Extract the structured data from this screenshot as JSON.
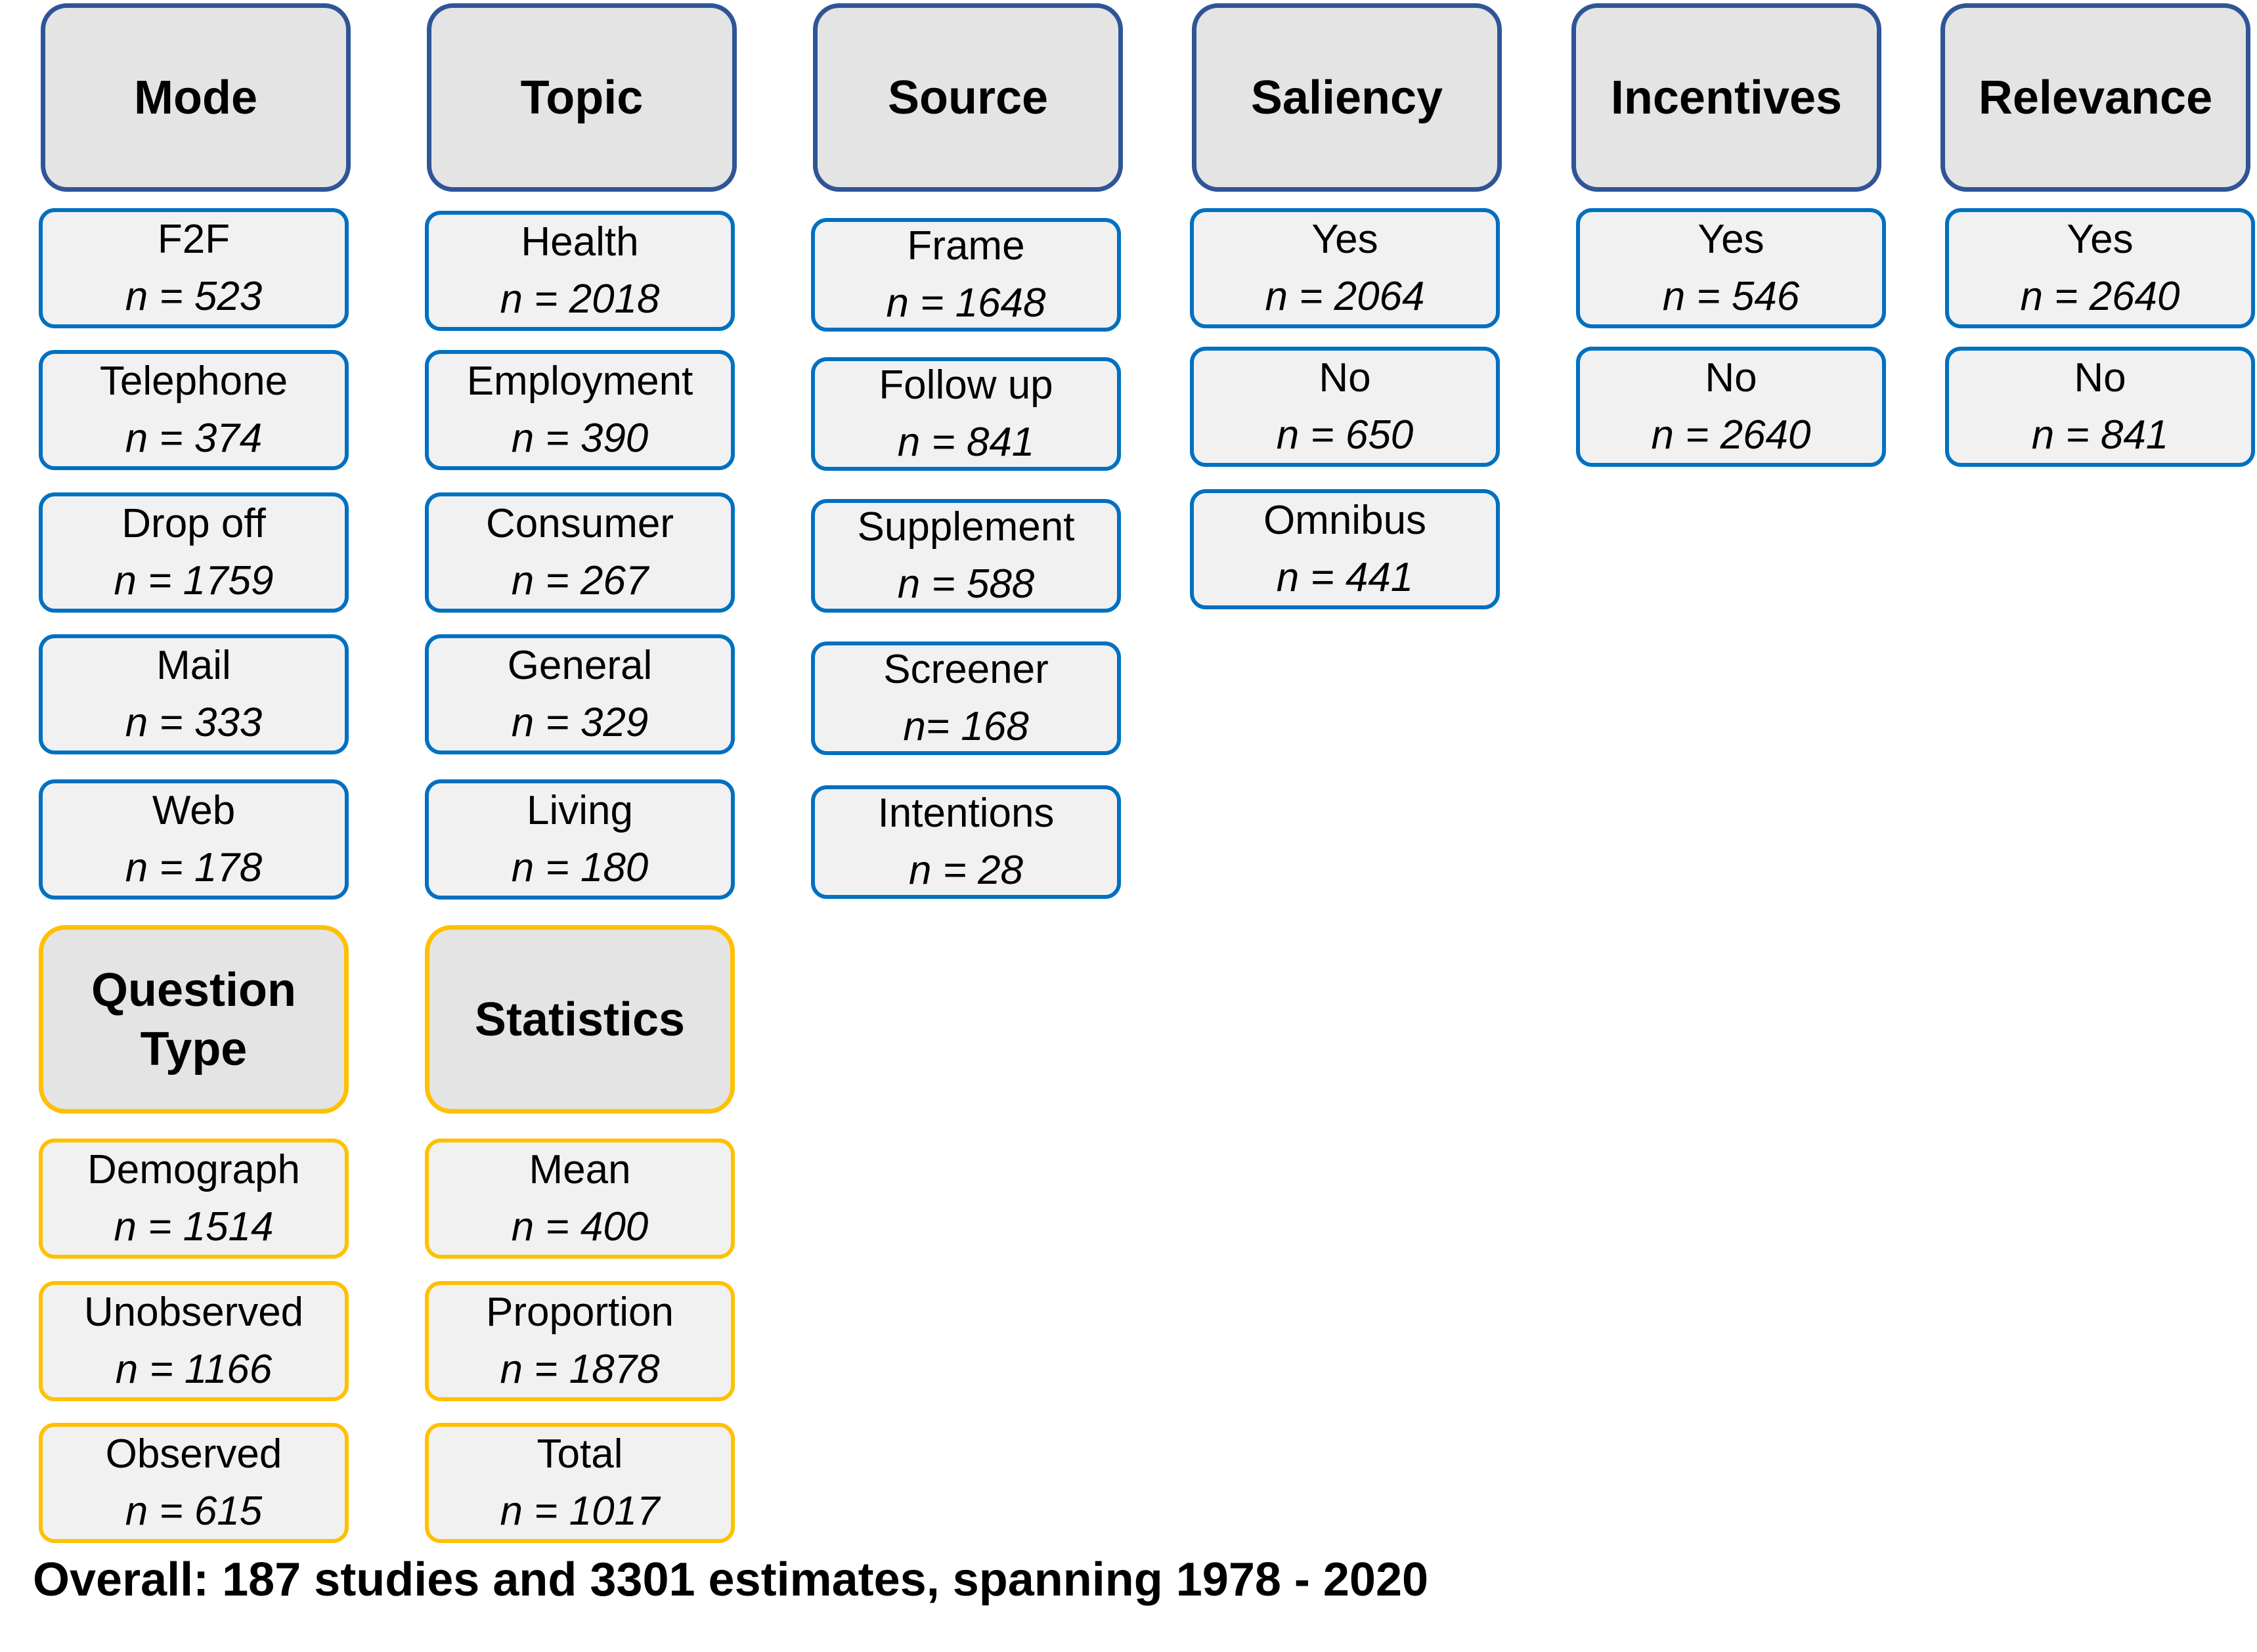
{
  "categories": [
    {
      "header": "Mode",
      "items": [
        {
          "label": "F2F",
          "n": "n = 523"
        },
        {
          "label": "Telephone",
          "n": "n = 374"
        },
        {
          "label": "Drop off",
          "n": "n = 1759"
        },
        {
          "label": "Mail",
          "n": "n = 333"
        },
        {
          "label": "Web",
          "n": "n = 178"
        }
      ]
    },
    {
      "header": "Topic",
      "items": [
        {
          "label": "Health",
          "n": "n = 2018"
        },
        {
          "label": "Employment",
          "n": "n = 390"
        },
        {
          "label": "Consumer",
          "n": "n = 267"
        },
        {
          "label": "General",
          "n": "n = 329"
        },
        {
          "label": "Living",
          "n": "n = 180"
        }
      ]
    },
    {
      "header": "Source",
      "items": [
        {
          "label": "Frame",
          "n": "n = 1648"
        },
        {
          "label": "Follow up",
          "n": "n = 841"
        },
        {
          "label": "Supplement",
          "n": "n = 588"
        },
        {
          "label": "Screener",
          "n": "n= 168"
        },
        {
          "label": "Intentions",
          "n": "n = 28"
        }
      ]
    },
    {
      "header": "Saliency",
      "items": [
        {
          "label": "Yes",
          "n": "n = 2064"
        },
        {
          "label": "No",
          "n": "n = 650"
        },
        {
          "label": "Omnibus",
          "n": "n = 441"
        }
      ]
    },
    {
      "header": "Incentives",
      "items": [
        {
          "label": "Yes",
          "n": "n = 546"
        },
        {
          "label": "No",
          "n": "n = 2640"
        }
      ]
    },
    {
      "header": "Relevance",
      "items": [
        {
          "label": "Yes",
          "n": "n = 2640"
        },
        {
          "label": "No",
          "n": "n = 841"
        }
      ]
    }
  ],
  "lower_categories": [
    {
      "header_line1": "Question",
      "header_line2": "Type",
      "items": [
        {
          "label": "Demograph",
          "n": "n = 1514"
        },
        {
          "label": "Unobserved",
          "n": "n = 1166"
        },
        {
          "label": "Observed",
          "n": "n = 615"
        }
      ]
    },
    {
      "header": "Statistics",
      "items": [
        {
          "label": "Mean",
          "n": "n = 400"
        },
        {
          "label": "Proportion",
          "n": "n = 1878"
        },
        {
          "label": "Total",
          "n": "n = 1017"
        }
      ]
    }
  ],
  "footer": "Overall: 187 studies and 3301 estimates, spanning 1978 - 2020",
  "colors": {
    "header_border_blue": "#2f5597",
    "item_border_blue": "#0070c0",
    "border_gold": "#ffc000",
    "header_fill": "#e4e4e4",
    "item_fill": "#f1f1f1"
  }
}
